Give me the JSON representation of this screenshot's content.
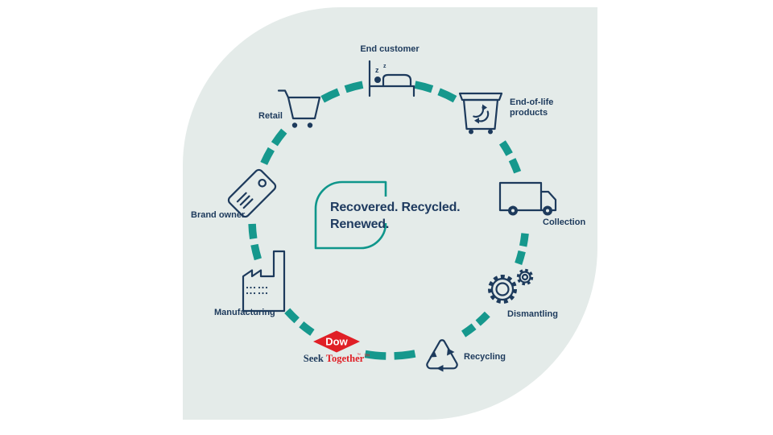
{
  "colors": {
    "leaf_background": "#e4ebe9",
    "teal_accent": "#16988d",
    "navy_text": "#1d3a5c",
    "dow_red": "#e01f26"
  },
  "center": {
    "line1": "Recovered. Recycled.",
    "line2": "Renewed."
  },
  "labels": {
    "end_customer": "End customer",
    "end_of_life": "End-of-life\nproducts",
    "collection": "Collection",
    "dismantling": "Dismantling",
    "recycling": "Recycling",
    "manufacturing": "Manufacturing",
    "brand_owner": "Brand owner",
    "retail": "Retail"
  },
  "dow": {
    "wordmark": "Dow",
    "diamond_tm": "™",
    "seek": "Seek",
    "together": "Together",
    "tagline_tm": "™"
  },
  "bed_icon": {
    "z_big": "z",
    "z_small": "z"
  }
}
